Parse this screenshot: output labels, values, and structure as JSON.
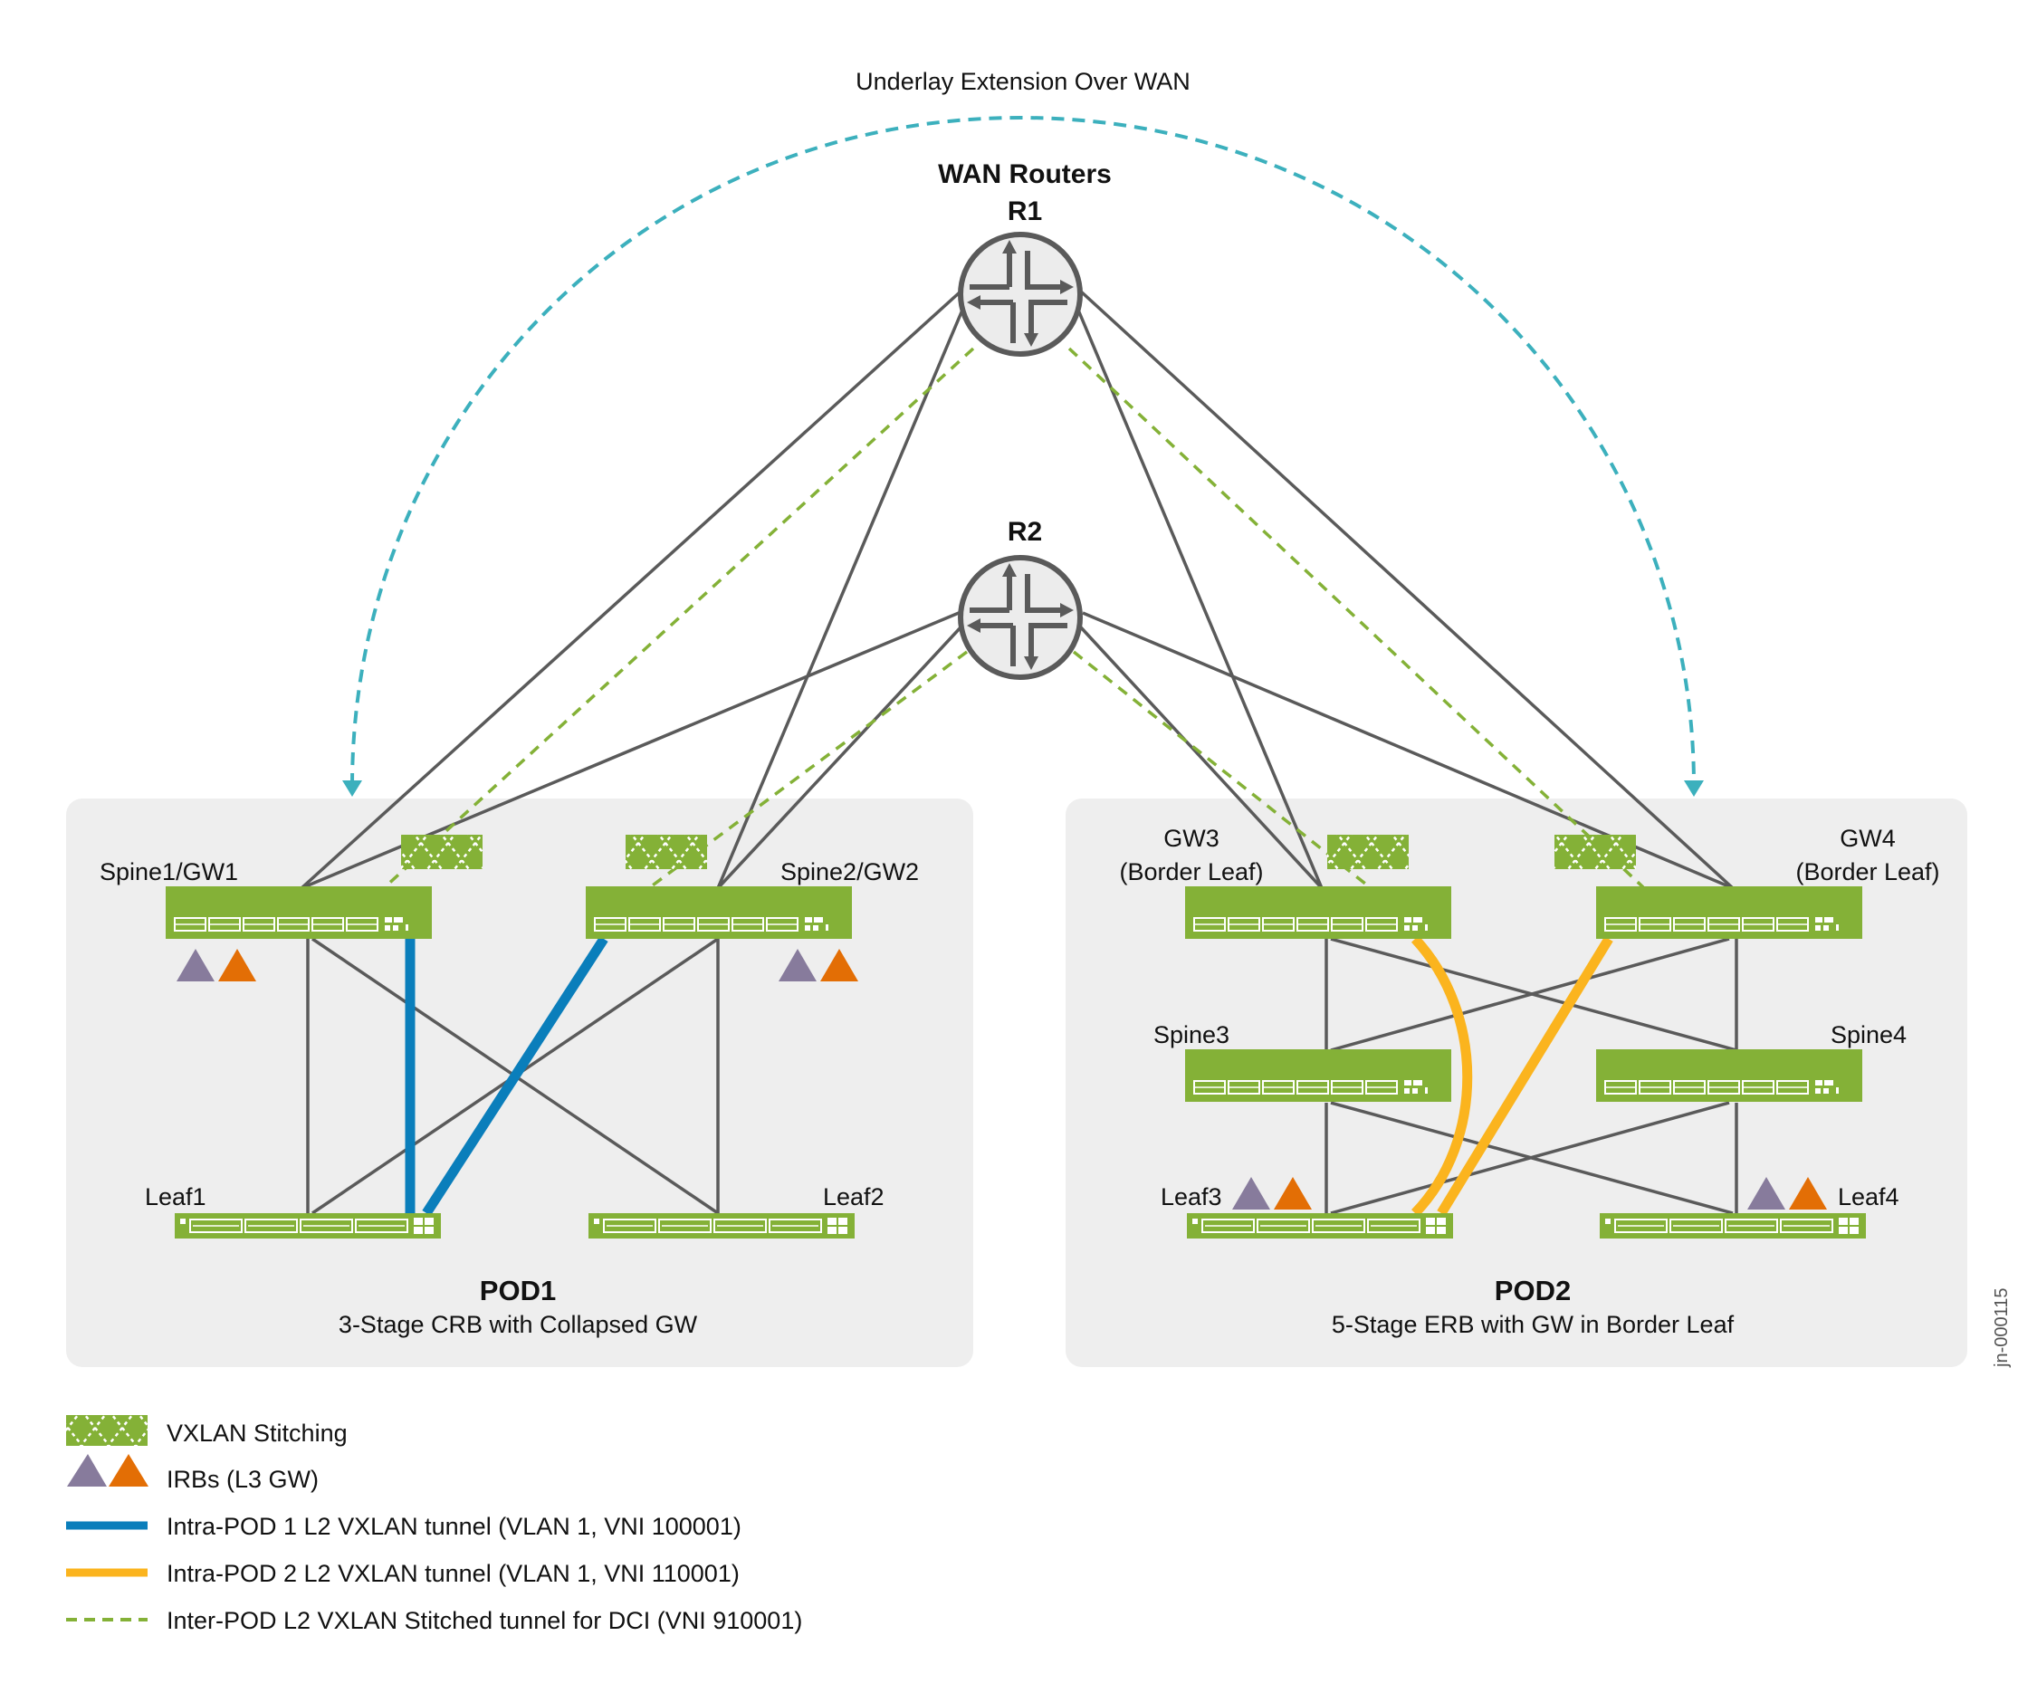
{
  "title": {
    "wan_extension": "Underlay Extension Over WAN",
    "wan_routers": "WAN Routers"
  },
  "colors": {
    "switch_green": "#84b137",
    "pod_bg": "#eeeeee",
    "link_gray": "#5a5a5a",
    "wan_arc_teal": "#3cb0bd",
    "stitch_dashed_green": "#84b137",
    "pod1_tunnel_blue": "#0a7ebb",
    "pod2_tunnel_yellow": "#fbb41e",
    "irb_purple": "#877b9c",
    "irb_orange": "#e36e05",
    "router_fill": "#ececec"
  },
  "routers": [
    {
      "id": "R1",
      "label": "R1",
      "icon": "router-icon"
    },
    {
      "id": "R2",
      "label": "R2",
      "icon": "router-icon"
    }
  ],
  "pods": [
    {
      "id": "pod1",
      "name": "POD1",
      "subtitle": "3-Stage CRB with Collapsed GW",
      "devices": [
        {
          "id": "spine1",
          "label": "Spine1/GW1",
          "type": "spine",
          "stitching": true,
          "irb": true
        },
        {
          "id": "spine2",
          "label": "Spine2/GW2",
          "type": "spine",
          "stitching": true,
          "irb": true
        },
        {
          "id": "leaf1",
          "label": "Leaf1",
          "type": "leaf",
          "stitching": false,
          "irb": false
        },
        {
          "id": "leaf2",
          "label": "Leaf2",
          "type": "leaf",
          "stitching": false,
          "irb": false
        }
      ]
    },
    {
      "id": "pod2",
      "name": "POD2",
      "subtitle": "5-Stage ERB with GW in Border Leaf",
      "devices": [
        {
          "id": "gw3",
          "label": "GW3",
          "sublabel": "(Border Leaf)",
          "type": "spine",
          "stitching": true,
          "irb": false
        },
        {
          "id": "gw4",
          "label": "GW4",
          "sublabel": "(Border Leaf)",
          "type": "spine",
          "stitching": true,
          "irb": false
        },
        {
          "id": "spine3",
          "label": "Spine3",
          "type": "spine",
          "stitching": false,
          "irb": false
        },
        {
          "id": "spine4",
          "label": "Spine4",
          "type": "spine",
          "stitching": false,
          "irb": false
        },
        {
          "id": "leaf3",
          "label": "Leaf3",
          "type": "leaf",
          "stitching": false,
          "irb": true
        },
        {
          "id": "leaf4",
          "label": "Leaf4",
          "type": "leaf",
          "stitching": false,
          "irb": true
        }
      ]
    }
  ],
  "links": {
    "underlay": [
      [
        "R1",
        "spine1"
      ],
      [
        "R1",
        "spine2"
      ],
      [
        "R1",
        "gw3"
      ],
      [
        "R1",
        "gw4"
      ],
      [
        "R2",
        "spine1"
      ],
      [
        "R2",
        "spine2"
      ],
      [
        "R2",
        "gw3"
      ],
      [
        "R2",
        "gw4"
      ],
      [
        "spine1",
        "leaf1"
      ],
      [
        "spine1",
        "leaf2"
      ],
      [
        "spine2",
        "leaf1"
      ],
      [
        "spine2",
        "leaf2"
      ],
      [
        "gw3",
        "spine3"
      ],
      [
        "gw3",
        "spine4"
      ],
      [
        "gw4",
        "spine3"
      ],
      [
        "gw4",
        "spine4"
      ],
      [
        "spine3",
        "leaf3"
      ],
      [
        "spine3",
        "leaf4"
      ],
      [
        "spine4",
        "leaf3"
      ],
      [
        "spine4",
        "leaf4"
      ]
    ],
    "stitched_tunnels": [
      [
        "R1",
        "spine1"
      ],
      [
        "R2",
        "spine2"
      ],
      [
        "R1",
        "gw4"
      ],
      [
        "R2",
        "gw3"
      ]
    ],
    "pod1_tunnels": [
      [
        "spine1",
        "leaf1"
      ],
      [
        "spine2",
        "leaf1"
      ]
    ],
    "pod2_tunnels": [
      [
        "gw3",
        "leaf3"
      ],
      [
        "gw4",
        "leaf3"
      ]
    ],
    "wan_extension": [
      "spine1",
      "gw4"
    ]
  },
  "legend": [
    {
      "symbol": "vxlan-stitching",
      "label": "VXLAN Stitching"
    },
    {
      "symbol": "irb-triangles",
      "label": "IRBs (L3 GW)"
    },
    {
      "symbol": "blue-line",
      "label": "Intra-POD 1 L2 VXLAN tunnel (VLAN 1, VNI 100001)"
    },
    {
      "symbol": "yellow-line",
      "label": "Intra-POD 2 L2 VXLAN tunnel (VLAN 1, VNI 110001)"
    },
    {
      "symbol": "green-dashed-line",
      "label": "Inter-POD L2 VXLAN Stitched tunnel for DCI (VNI 910001)"
    }
  ],
  "figure_id": "jn-000115"
}
